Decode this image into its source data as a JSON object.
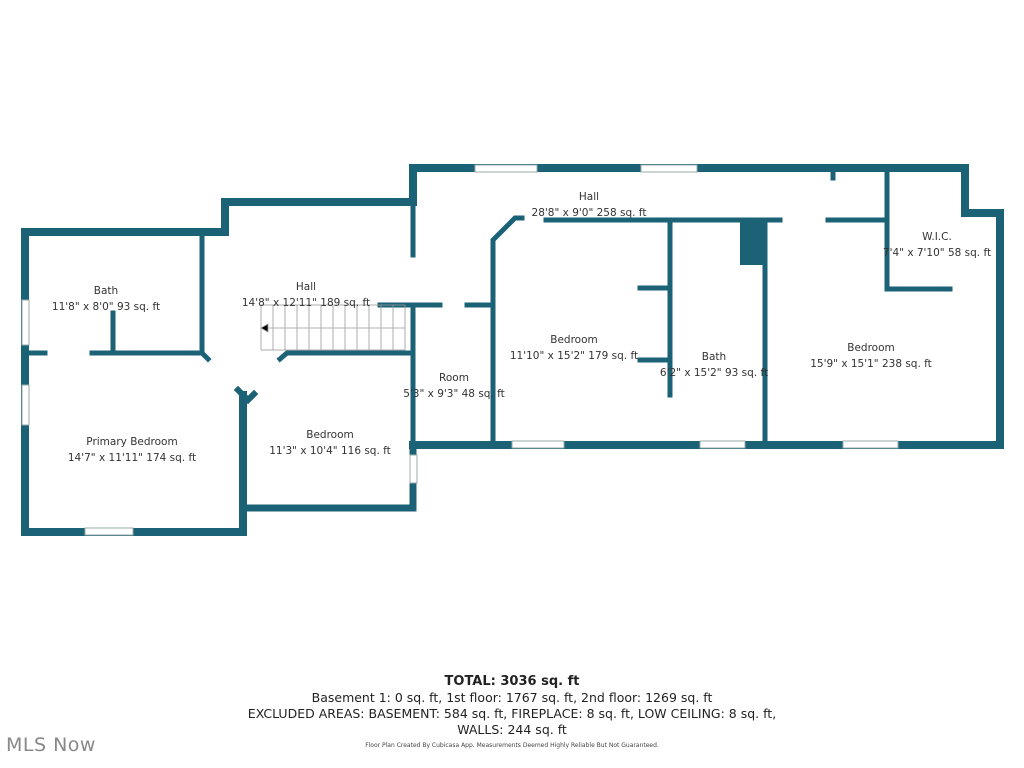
{
  "colors": {
    "wall": "#1c6277",
    "window": "#ffffff",
    "text": "#333333"
  },
  "rooms": [
    {
      "name": "Bath",
      "dims": "11'8\" x 8'0\" 93 sq. ft"
    },
    {
      "name": "Hall",
      "dims": "14'8\" x 12'11\" 189 sq. ft"
    },
    {
      "name": "Hall",
      "dims": "28'8\" x 9'0\" 258 sq. ft"
    },
    {
      "name": "W.I.C.",
      "dims": "7'4\" x 7'10\" 58 sq. ft"
    },
    {
      "name": "Bedroom",
      "dims": "11'10\" x 15'2\" 179 sq. ft"
    },
    {
      "name": "Bath",
      "dims": "6'2\" x 15'2\" 93 sq. ft"
    },
    {
      "name": "Bedroom",
      "dims": "15'9\" x 15'1\" 238 sq. ft"
    },
    {
      "name": "Room",
      "dims": "5'3\" x 9'3\" 48 sq. ft"
    },
    {
      "name": "Primary Bedroom",
      "dims": "14'7\" x 11'11\" 174 sq. ft"
    },
    {
      "name": "Bedroom",
      "dims": "11'3\" x 10'4\" 116 sq. ft"
    }
  ],
  "summary": {
    "total": "TOTAL: 3036 sq. ft",
    "floors": "Basement 1: 0 sq. ft, 1st floor: 1767 sq. ft, 2nd floor: 1269 sq. ft",
    "excluded": "EXCLUDED AREAS: BASEMENT: 584 sq. ft, FIREPLACE: 8 sq. ft, LOW CEILING: 8 sq. ft,",
    "walls": "WALLS: 244 sq. ft"
  },
  "credit": "Floor Plan Created By Cubicasa App. Measurements Deemed Highly Reliable But Not Guaranteed.",
  "logo": "MLS Now"
}
